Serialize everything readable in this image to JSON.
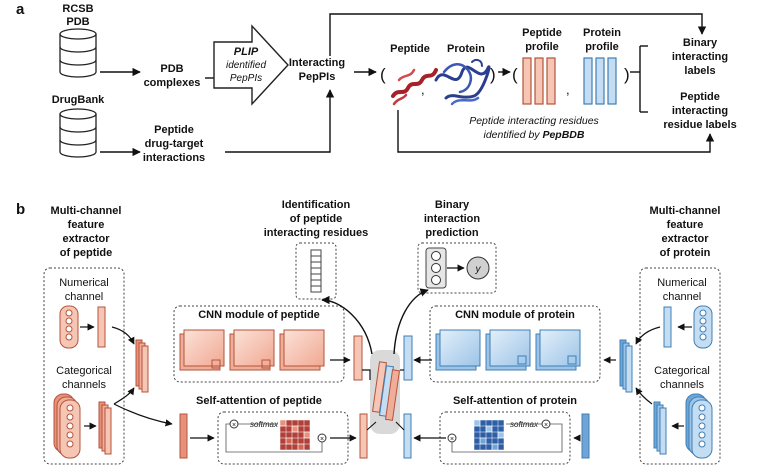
{
  "panel_a": {
    "letter": "a",
    "rcsb": [
      "RCSB",
      "PDB"
    ],
    "drugbank": "DrugBank",
    "pdb_complexes": [
      "PDB",
      "complexes"
    ],
    "plip": [
      "PLIP",
      "identified",
      "PepPIs"
    ],
    "peptide_drug": [
      "Peptide",
      "drug-target",
      "interactions"
    ],
    "interacting": [
      "Interacting",
      "PepPIs"
    ],
    "peptide": "Peptide",
    "protein": "Protein",
    "pep_profile": [
      "Peptide",
      "profile"
    ],
    "prot_profile": [
      "Protein",
      "profile"
    ],
    "binary_labels": [
      "Binary",
      "interacting",
      "labels"
    ],
    "residue_labels": [
      "Peptide",
      "interacting",
      "residue labels"
    ],
    "pepbdb_note_1": "Peptide interacting residues",
    "pepbdb_note_2a": "identified by ",
    "pepbdb_note_2b": "PepBDB",
    "paren_open": "(",
    "paren_close": ")",
    "comma": ","
  },
  "panel_b": {
    "letter": "b",
    "left_title": [
      "Multi-channel",
      "feature",
      "extractor",
      "of peptide"
    ],
    "right_title": [
      "Multi-channel",
      "feature",
      "extractor",
      "of protein"
    ],
    "ident_title": [
      "Identification",
      "of peptide",
      "interacting residues"
    ],
    "binary_title": [
      "Binary",
      "interaction",
      "prediction"
    ],
    "numerical": [
      "Numerical",
      "channel"
    ],
    "categorical": [
      "Categorical",
      "channels"
    ],
    "cnn_pep": "CNN module of peptide",
    "cnn_prot": "CNN module of protein",
    "sa_pep": "Self-attention of peptide",
    "sa_prot": "Self-attention of protein",
    "softmax": "softmax",
    "y": "y"
  },
  "colors": {
    "peptide_fill": "#f6c6b4",
    "peptide_stroke": "#b5533c",
    "peptide_dark": "#d9745a",
    "protein_fill": "#c5ddf2",
    "protein_stroke": "#3f7fb5",
    "protein_dark": "#6fa5d6",
    "attn_red": "#b2403a",
    "attn_blue": "#2e5fa6",
    "box_gray": "#d9d9d9"
  },
  "icons": [
    "database-icon",
    "ribbon-structure-icon",
    "arrow-icon"
  ]
}
